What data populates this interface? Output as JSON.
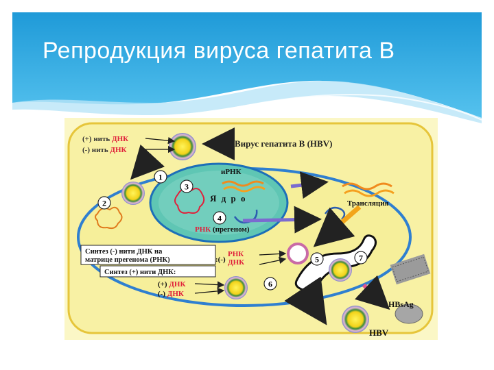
{
  "slide": {
    "title": "Репродукция вируса гепатита В"
  },
  "diagram": {
    "virus_label": "Вирус гепатита В (HBV)",
    "strand_plus_prefix": "(+) нить",
    "strand_minus_prefix": "(-) нить",
    "dna": "ДНК",
    "mrna": "иРНК",
    "nucleus": "Я д р о",
    "translation": "Трансляция",
    "rna": "РНК",
    "pregenome": "(прегеном)",
    "synthesis_minus_line1": "Синтез (-) нити ДНК на",
    "synthesis_minus_line2": "матрице прегенома (РНК)",
    "synthesis_plus": "Синтез (+) нити ДНК:",
    "plus_sign": "(+)",
    "minus_sign": "(-)",
    "colon_minus": ":(-)",
    "hbsag": "HBsAg",
    "hbv": "HBV",
    "step_numbers": [
      "1",
      "2",
      "3",
      "4",
      "5",
      "6",
      "7"
    ],
    "colors": {
      "header_blue": "#35a9e3",
      "cytoplasm_yellow": "#f6ef9a",
      "cell_border": "#2f7fd0",
      "nucleus_teal": "#5fc6b4",
      "dna_red": "#e0203a",
      "arrow_pink": "#e0558f"
    }
  }
}
